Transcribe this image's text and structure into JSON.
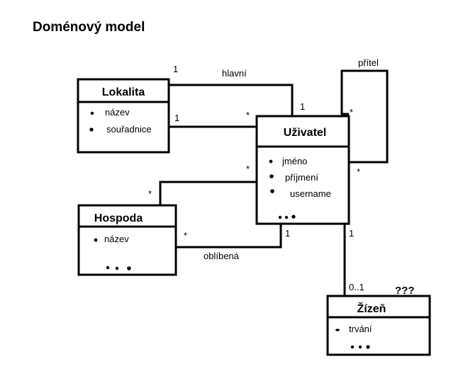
{
  "title": "Doménový model",
  "classes": {
    "lokalita": {
      "name": "Lokalita",
      "attrs": [
        "název",
        "souřadnice"
      ]
    },
    "uzivatel": {
      "name": "Uživatel",
      "attrs": [
        "jméno",
        "příjmení",
        "username"
      ]
    },
    "hospoda": {
      "name": "Hospoda",
      "attrs": [
        "název"
      ]
    },
    "zizen": {
      "name": "Žízeň",
      "attrs": [
        "trvání"
      ]
    }
  },
  "associations": {
    "hlavni": {
      "label": "hlavní",
      "mult_a": "1",
      "mult_b": "1"
    },
    "lok_uz": {
      "mult_a": "1",
      "mult_b": "*"
    },
    "pritel": {
      "label": "přítel",
      "mult_a": "*",
      "mult_b": "*"
    },
    "hosp_uz": {
      "mult_a": "*",
      "mult_b": "*"
    },
    "oblibena": {
      "label": "oblíbená",
      "mult_a": "*",
      "mult_b": "1"
    },
    "uz_zizen": {
      "mult_a": "1",
      "mult_b": "0..1"
    }
  },
  "note": "???"
}
